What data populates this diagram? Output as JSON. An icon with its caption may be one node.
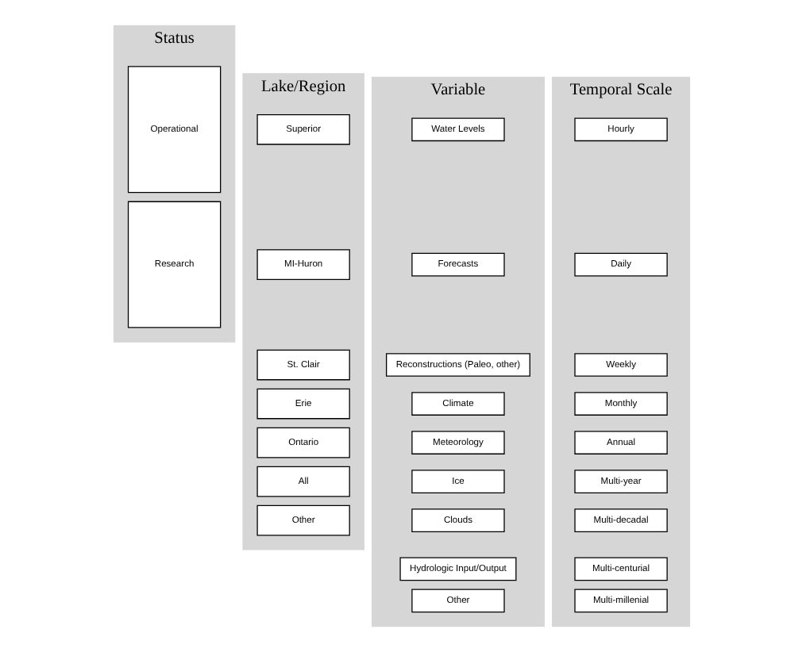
{
  "diagram": {
    "nodes": [
      {
        "text": [
          "Status"
        ]
      },
      {
        "text": [
          "Operational"
        ],
        "in": 0
      },
      {
        "text": [
          "Research"
        ],
        "in": 0
      },
      {
        "text": [
          "Lake/Region"
        ]
      },
      {
        "text": [
          "Superior"
        ],
        "in": 3
      },
      {
        "text": [
          "MI-Huron"
        ],
        "in": 3
      },
      {
        "text": [
          "St. Clair"
        ],
        "in": 3
      },
      {
        "text": [
          "Erie"
        ],
        "in": 3
      },
      {
        "text": [
          "Ontario"
        ],
        "in": 3
      },
      {
        "text": [
          "All"
        ],
        "in": 3
      },
      {
        "text": [
          "Other"
        ],
        "in": 3
      },
      {
        "text": [
          "Variable"
        ]
      },
      {
        "text": [
          "Water Levels"
        ],
        "in": 11
      },
      {
        "text": [
          "Forecasts"
        ],
        "in": 11
      },
      {
        "text": [
          "Reconstructions (Paleo, other)"
        ],
        "in": 11
      },
      {
        "text": [
          "Climate"
        ],
        "in": 11
      },
      {
        "text": [
          "Meteorology"
        ],
        "in": 11
      },
      {
        "text": [
          "Ice"
        ],
        "in": 11
      },
      {
        "text": [
          "Clouds"
        ],
        "in": 11
      },
      {
        "text": [
          "Hydrologic Input/Output"
        ],
        "in": 11
      },
      {
        "text": [
          "Other"
        ],
        "in": 11
      },
      {
        "text": [
          "Temporal Scale"
        ]
      },
      {
        "text": [
          "Hourly"
        ],
        "in": 21
      },
      {
        "text": [
          "Daily"
        ],
        "in": 21
      },
      {
        "text": [
          "Weekly"
        ],
        "in": 21
      },
      {
        "text": [
          "Monthly"
        ],
        "in": 21
      },
      {
        "text": [
          "Annual"
        ],
        "in": 21
      },
      {
        "text": [
          "Multi-year"
        ],
        "in": 21
      },
      {
        "text": [
          "Multi-decadal"
        ],
        "in": 21
      },
      {
        "text": [
          "Multi-centurial"
        ],
        "in": 21
      },
      {
        "text": [
          "Multi-millenial"
        ],
        "in": 21
      }
    ],
    "edges": []
  }
}
